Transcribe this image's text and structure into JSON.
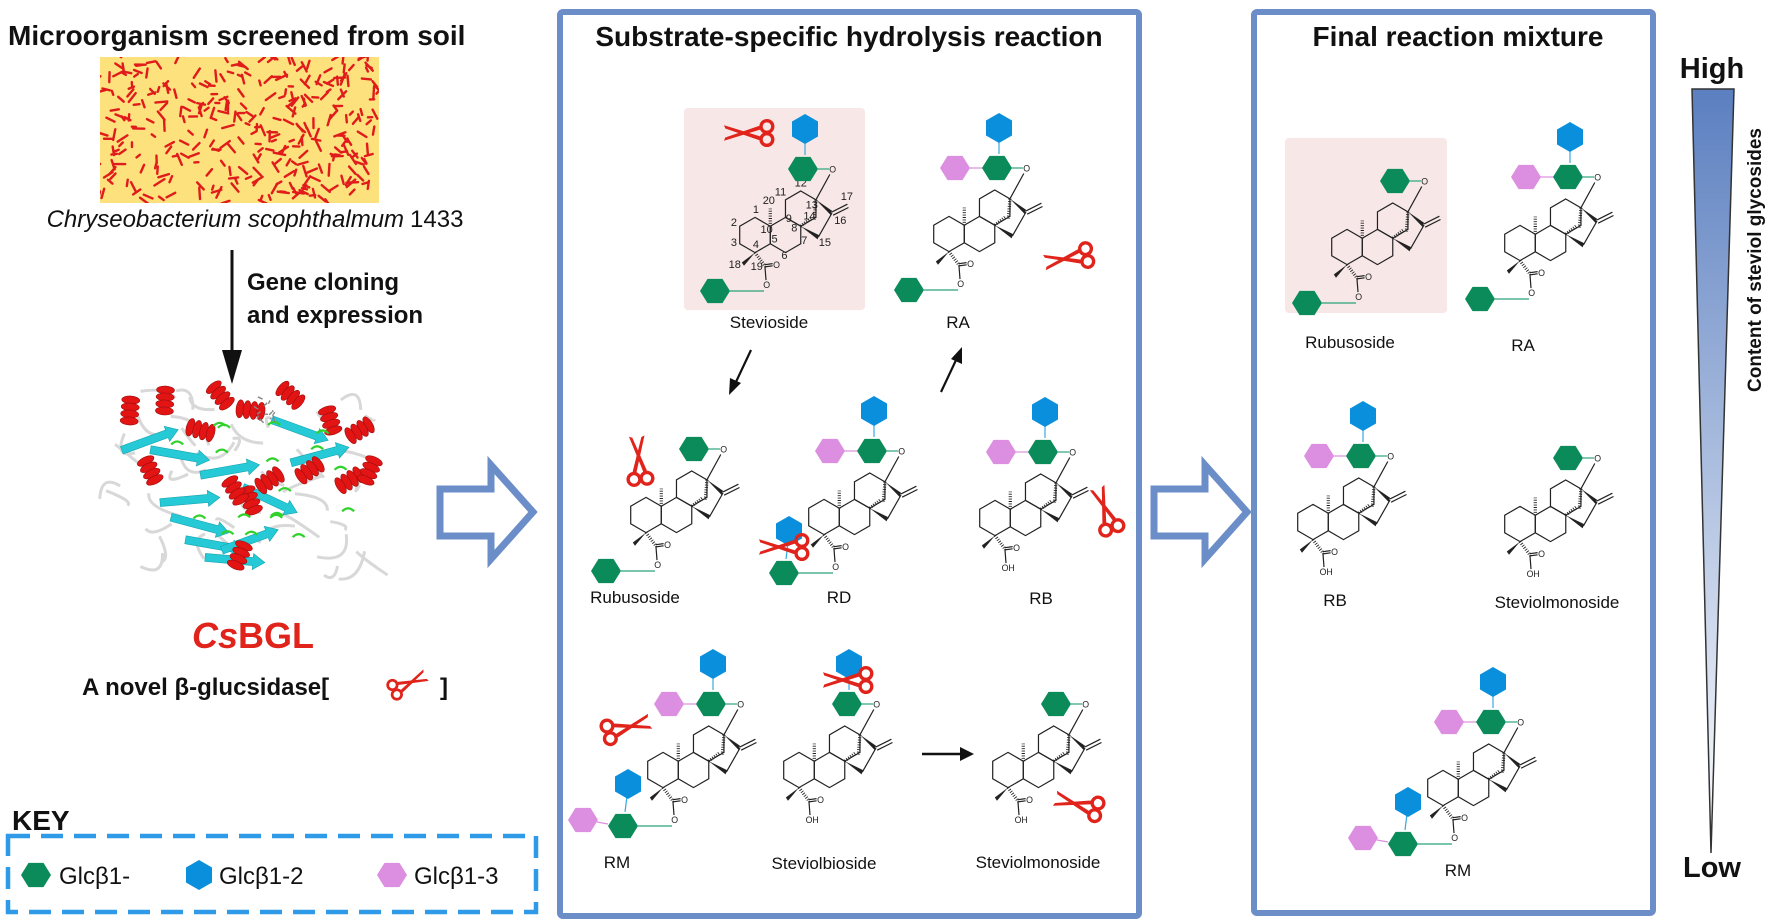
{
  "colors": {
    "panel_border": "#6b8dc8",
    "glc": "#0b8a5a",
    "glc12": "#0a8fdc",
    "glc13": "#dc8fe0",
    "scissors": "#e0241b",
    "highlight_box": "#f7e7e7",
    "key_border": "#2f9be8",
    "enzyme_name": "#e0241b",
    "bacteria_bg": "#fce17d",
    "bacteria": "#e01b1b"
  },
  "left": {
    "title": "Microorganism screened from soil",
    "species_name": "Chryseobacterium scophthalmum",
    "strain": "1433",
    "step_line1": "Gene cloning",
    "step_line2": "and expression",
    "enzyme_prefix": "Cs",
    "enzyme_suffix": "BGL",
    "enzyme_desc": "A novel  β-glucsidase[",
    "enzyme_desc_close": "]"
  },
  "key": {
    "title": "KEY",
    "items": [
      {
        "label": "Glcβ1-",
        "type": "glc"
      },
      {
        "label": "Glcβ1-2",
        "type": "glc12"
      },
      {
        "label": "Glcβ1-3",
        "type": "glc13"
      }
    ]
  },
  "atom_labels": {
    "oxygen": "O",
    "hydroxyl": "OH",
    "carbonyl": "O"
  },
  "stevioside_numbering": [
    "1",
    "2",
    "3",
    "4",
    "5",
    "6",
    "7",
    "8",
    "9",
    "10",
    "11",
    "12",
    "13",
    "14",
    "15",
    "16",
    "17",
    "18",
    "19",
    "20"
  ],
  "stevioside_highlighted_numbers": [
    "13",
    "19"
  ],
  "numbering_highlight_color": "#e0307a",
  "hydrolysis_panel": {
    "title": "Substrate-specific hydrolysis reaction",
    "molecules": [
      {
        "label": "Stevioside",
        "c13": [
          "glc",
          "glc12"
        ],
        "c19": [
          "glc"
        ],
        "highlighted": true,
        "numbered": true,
        "cleavage": "c13-glc12"
      },
      {
        "label": "RA",
        "c13": [
          "glc",
          "glc12",
          "glc13"
        ],
        "c19": [
          "glc"
        ],
        "highlighted": false,
        "cleavage": "c19-ester"
      },
      {
        "label": "Rubusoside",
        "c13": [
          "glc"
        ],
        "c19": [
          "glc"
        ],
        "highlighted": false,
        "cleavage": "c13-glc"
      },
      {
        "label": "RD",
        "c13": [
          "glc",
          "glc12",
          "glc13"
        ],
        "c19": [
          "glc",
          "glc12"
        ],
        "highlighted": false,
        "cleavage": "c19-glc12"
      },
      {
        "label": "RB",
        "c13": [
          "glc",
          "glc12",
          "glc13"
        ],
        "c19": [],
        "highlighted": false,
        "cleavage": "c13-aglycone"
      },
      {
        "label": "RM",
        "c13": [
          "glc",
          "glc12",
          "glc13"
        ],
        "c19": [
          "glc",
          "glc12",
          "glc13"
        ],
        "highlighted": false,
        "cleavage": "c13-glc13"
      },
      {
        "label": "Steviolbioside",
        "c13": [
          "glc",
          "glc12"
        ],
        "c19": [],
        "highlighted": false,
        "cleavage": "c13-glc12"
      },
      {
        "label": "Steviolmonoside",
        "c13": [
          "glc"
        ],
        "c19": [],
        "highlighted": false,
        "cleavage": "c19-acid"
      }
    ]
  },
  "final_panel": {
    "title": "Final reaction  mixture",
    "molecules": [
      {
        "label": "Rubusoside",
        "c13": [
          "glc"
        ],
        "c19": [
          "glc"
        ],
        "highlighted": true
      },
      {
        "label": "RA",
        "c13": [
          "glc",
          "glc12",
          "glc13"
        ],
        "c19": [
          "glc"
        ],
        "highlighted": false
      },
      {
        "label": "RB",
        "c13": [
          "glc",
          "glc12",
          "glc13"
        ],
        "c19": [],
        "highlighted": false
      },
      {
        "label": "Steviolmonoside",
        "c13": [
          "glc"
        ],
        "c19": [],
        "highlighted": false
      },
      {
        "label": "RM",
        "c13": [
          "glc",
          "glc12",
          "glc13"
        ],
        "c19": [
          "glc",
          "glc12",
          "glc13"
        ],
        "highlighted": false
      }
    ]
  },
  "scale": {
    "high_label": "High",
    "low_label": "Low",
    "axis_label": "Content of steviol glycosides",
    "gradient_top": "#5b7fc0",
    "gradient_bottom": "#ffffff"
  }
}
